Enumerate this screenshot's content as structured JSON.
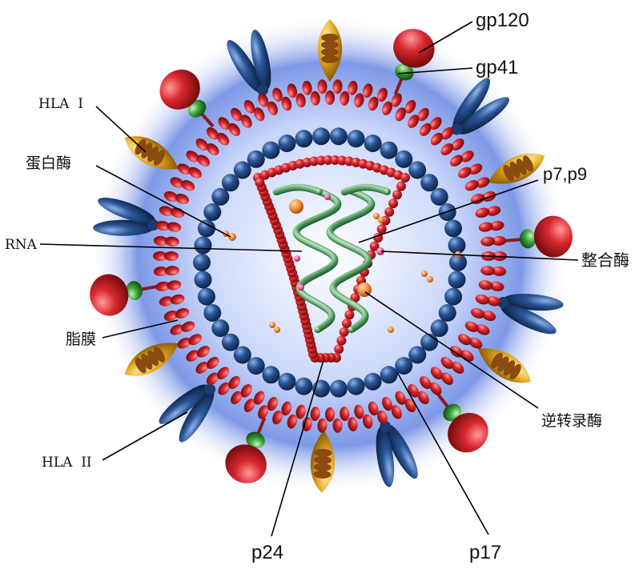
{
  "labels": {
    "gp120": "gp120",
    "gp41": "gp41",
    "hla1": "HLA  I",
    "protease": "蛋白酶",
    "p7p9": "p7,p9",
    "rna": "RNA",
    "integrase": "整合酶",
    "lipid_membrane": "脂膜",
    "reverse_transcriptase": "逆转录酶",
    "hla2": "HLA  II",
    "p24": "p24",
    "p17": "p17"
  },
  "colors": {
    "membrane_red": "#c9252b",
    "matrix_blue": "#234d86",
    "capsid_red": "#c1272d",
    "rna_green": "#5aa468",
    "gp120_red": "#d8282d",
    "gp41_green": "#2f8f2f",
    "hla_yellow": "#e1a51c",
    "hla_blue": "#2a5a96",
    "enzyme_orange": "#f08a3a",
    "enzyme_pink": "#e6589a",
    "background_glow": "#6f8fe0"
  }
}
